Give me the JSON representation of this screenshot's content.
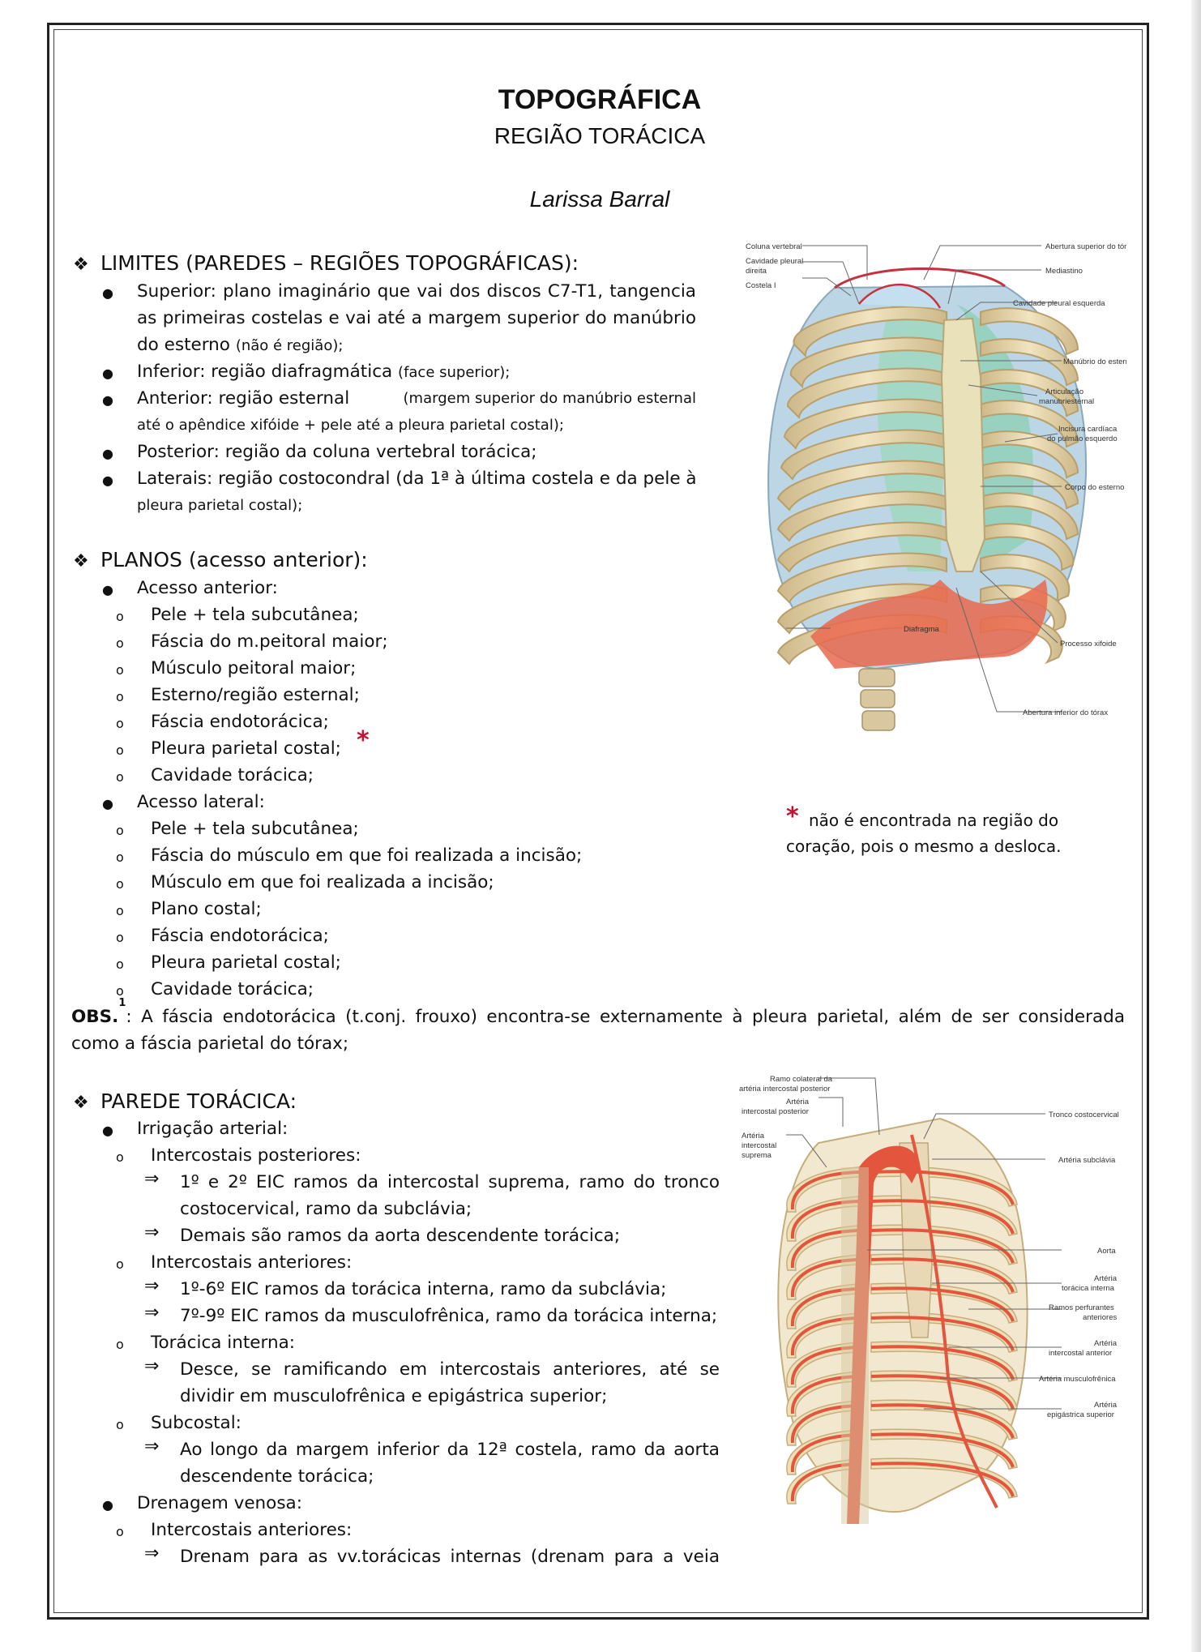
{
  "header": {
    "title": "TOPOGRÁFICA",
    "subtitle": "REGIÃO TORÁCICA",
    "author": "Larissa Barral"
  },
  "limites": {
    "heading": "LIMITES (PAREDES – REGIÕES TOPOGRÁFICAS):",
    "items": [
      {
        "lines": [
          "Superior: plano imaginário que vai dos discos C7-T1, tangencia",
          "as primeiras costelas e vai até a margem superior do manúbrio"
        ],
        "last": "do esterno",
        "last_small": "(não é região);"
      },
      {
        "main": "Inferior: região diafragmática",
        "small": "(face superior);"
      },
      {
        "main": "Anterior: região esternal",
        "small": "(margem superior do manúbrio esternal",
        "line2": "até o apêndice xifóide + pele até a pleura parietal costal);"
      },
      {
        "main": "Posterior: região da coluna vertebral torácica;"
      },
      {
        "main": "Laterais: região costocondral (da 1ª à última costela e da pele à",
        "line2": "pleura parietal costal);"
      }
    ]
  },
  "planos": {
    "heading": "PLANOS (acesso anterior):",
    "anterior_label": "Acesso anterior:",
    "anterior_items": [
      "Pele + tela subcutânea;",
      "Fáscia do m.peitoral maior;",
      "Músculo peitoral maior;",
      "Esterno/região esternal;",
      "Fáscia endotorácica;",
      "Pleura parietal costal;",
      "Cavidade torácica;"
    ],
    "star": "*",
    "lateral_label": "Acesso lateral:",
    "lateral_items": [
      "Pele + tela subcutânea;",
      "Fáscia do músculo em que foi realizada a incisão;",
      "Músculo em que foi realizada a incisão;",
      "Plano costal;",
      "Fáscia endotorácica;",
      "Pleura parietal costal;",
      "Cavidade torácica;"
    ],
    "note_star": "*",
    "note_lines": [
      "não é encontrada na região do",
      "coração, pois o mesmo a desloca."
    ]
  },
  "obs": {
    "label": "OBS.",
    "sup": "1",
    "line1": ": A fáscia endotorácica (t.conj. frouxo) encontra-se externamente à pleura parietal, além de ser considerada",
    "line2": "como a fáscia parietal do tórax;"
  },
  "parede": {
    "heading": "PAREDE TORÁCICA:",
    "irrigacao": "Irrigação arterial:",
    "post_label": "Intercostais posteriores:",
    "post_a1": "1º e 2º EIC ramos da intercostal suprema, ramo do tronco",
    "post_a2": "costocervical, ramo da subclávia;",
    "post_b": "Demais são ramos da aorta descendente torácica;",
    "ant_label": "Intercostais anteriores:",
    "ant_a": "1º-6º EIC ramos da torácica interna, ramo da subclávia;",
    "ant_b": "7º-9º EIC ramos da musculofrênica, ramo da torácica interna;",
    "toracica_label": "Torácica interna:",
    "toracica_a1": "Desce, se ramificando em intercostais anteriores, até se",
    "toracica_a2": "dividir em musculofrênica e epigástrica superior;",
    "subcostal_label": "Subcostal:",
    "subcostal_a1": "Ao longo da margem inferior da 12ª costela, ramo da aorta",
    "subcostal_a2": "descendente torácica;",
    "drenagem": "Drenagem venosa:",
    "dren_label": "Intercostais anteriores:",
    "dren_a": "Drenam para as vv.torácicas internas (drenam para a veia"
  },
  "figure1": {
    "labels": {
      "coluna": "Coluna vertebral",
      "cav_dir1": "Cavidade pleural",
      "cav_dir2": "direita",
      "costela": "Costela I",
      "abertura_sup": "Abertura superior do tórax",
      "mediastino": "Mediastino",
      "cav_esq": "Cavidade pleural esquerda",
      "manubrio": "Manúbrio do esterno",
      "artic1": "Articulação",
      "artic2": "manubriesternal",
      "incisura1": "Incisura cardíaca",
      "incisura2": "do pulmão esquerdo",
      "corpo": "Corpo do esterno",
      "diafragma": "Diafragma",
      "xifoide": "Processo xifoide",
      "abertura_inf": "Abertura inferior do tórax"
    }
  },
  "figure2": {
    "labels": {
      "ramo1": "Ramo colateral da",
      "ramo2": "artéria intercostal posterior",
      "art_post1": "Artéria",
      "art_post2": "intercostal posterior",
      "art_sup1": "Artéria",
      "art_sup2": "intercostal",
      "art_sup3": "suprema",
      "tronco": "Tronco costocervical",
      "subclavia": "Artéria subclávia",
      "aorta": "Aorta",
      "tor_int1": "Artéria",
      "tor_int2": "torácica interna",
      "ramos1": "Ramos perfurantes",
      "ramos2": "anteriores",
      "ic_ant1": "Artéria",
      "ic_ant2": "intercostal anterior",
      "muscfren": "Artéria musculofrênica",
      "epig1": "Artéria",
      "epig2": "epigástrica superior"
    }
  },
  "colors": {
    "bone": "#e9d9b0",
    "cartilage": "#b9d3e4",
    "pleura": "#9bd1c4",
    "artery": "#e4553e",
    "star": "#c8102e"
  }
}
